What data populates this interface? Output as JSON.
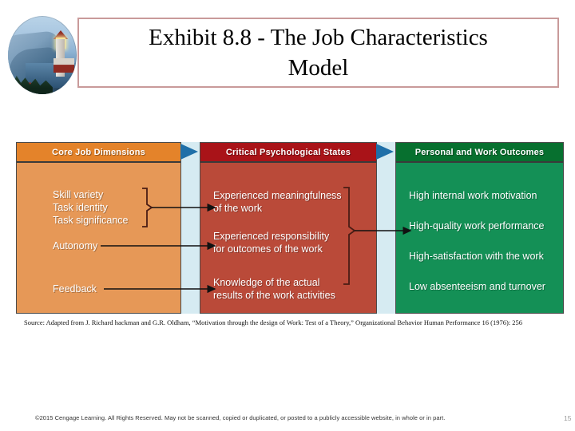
{
  "slide": {
    "title": "Exhibit 8.8 - The Job Characteristics\nModel",
    "image_alt": "lighthouse-oval-photo"
  },
  "diagram": {
    "type": "process-flow",
    "panels": [
      {
        "id": "core-job-dimensions",
        "header": "Core Job Dimensions",
        "header_color": "#E4832A",
        "body_color": "#E69857",
        "items": [
          "Skill variety\nTask identity\nTask significance",
          "Autonomy",
          "Feedback"
        ]
      },
      {
        "id": "critical-psychological-states",
        "header": "Critical Psychological States",
        "header_color": "#A91318",
        "body_color": "#BA4A39",
        "items": [
          "Experienced meaningfulness\nof the work",
          "Experienced responsibility\nfor outcomes of the work",
          "Knowledge of the actual\nresults of the work activities"
        ]
      },
      {
        "id": "personal-and-work-outcomes",
        "header": "Personal and Work Outcomes",
        "header_color": "#07702F",
        "body_color": "#149056",
        "items": [
          "High internal work motivation",
          "High-quality work performance",
          "High-satisfaction with the work",
          "Low absenteeism and turnover"
        ]
      }
    ],
    "connector_color": "#D6EBF2",
    "chevron_color": "#1F6FA8"
  },
  "source_note": "Source: Adapted from J. Richard hackman and G.R. Oldham, “Motivation through the design of Work: Test of a Theory,” Organizational Behavior Human Performance 16 (1976): 256",
  "footer": {
    "copyright": "©2015 Cengage Learning. All Rights Reserved. May not be scanned, copied or duplicated, or posted to a publicly accessible website, in whole or in part.",
    "page_number": "15"
  }
}
